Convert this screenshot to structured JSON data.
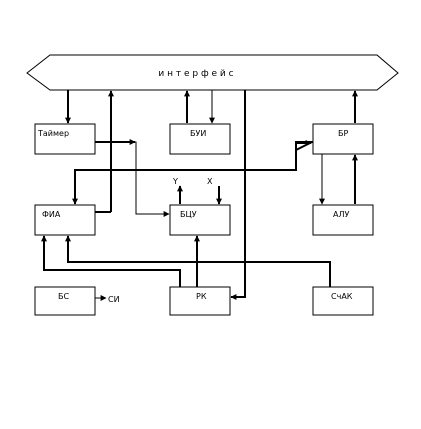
{
  "diagram": {
    "bus_label": "и н т е р ф е й с",
    "blocks": {
      "timer": "Таймер",
      "bui": "БУИ",
      "br": "БР",
      "fia": "ФИА",
      "bcu": "БЦУ",
      "alu": "АЛУ",
      "bs": "БС",
      "rk": "РК",
      "schak": "СчАК"
    },
    "signals": {
      "y": "Y",
      "x": "X",
      "si": "СИ"
    }
  }
}
